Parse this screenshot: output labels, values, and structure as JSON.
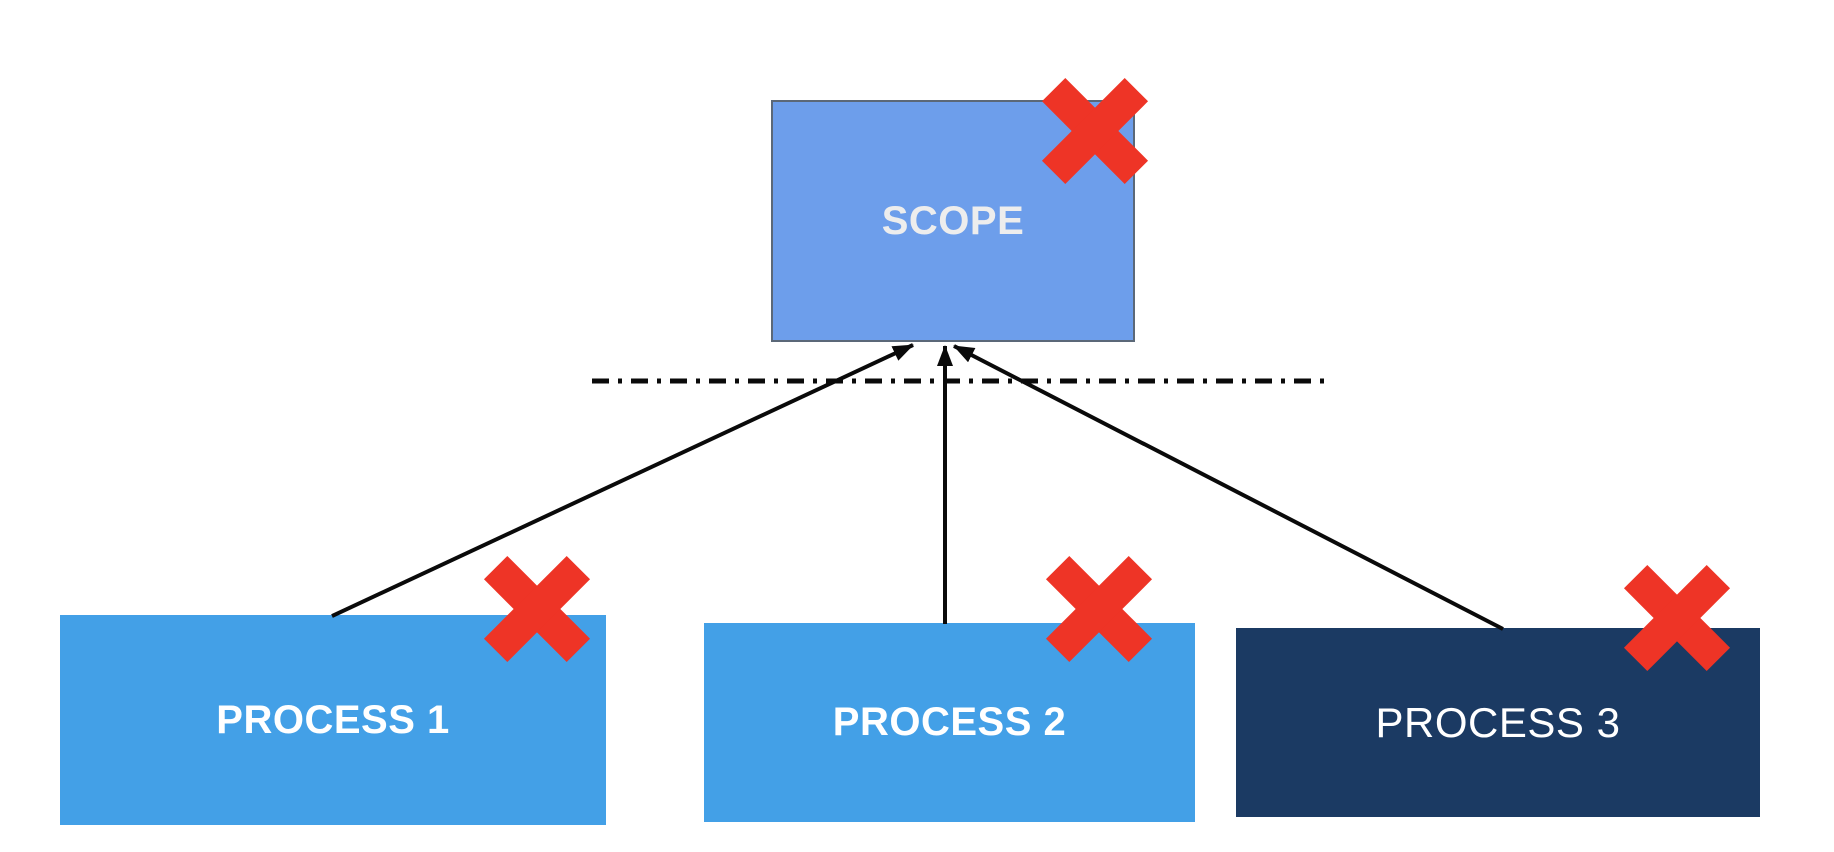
{
  "scope": {
    "label": "SCOPE"
  },
  "processes": [
    {
      "label": "PROCESS 1"
    },
    {
      "label": "PROCESS 2"
    },
    {
      "label": "PROCESS 3"
    }
  ],
  "icons": {
    "rejected_mark": "red-x-mark"
  },
  "colors": {
    "scope-fill": "#6D9EEB",
    "scope-border": "#5B6878",
    "scope-text": "#EDEDED",
    "process-fill": "#43A0E7",
    "process3-fill": "#1B3A63",
    "process-text": "#FFFFFF",
    "x-red": "#EE3426",
    "line-black": "#0A0A0A"
  }
}
